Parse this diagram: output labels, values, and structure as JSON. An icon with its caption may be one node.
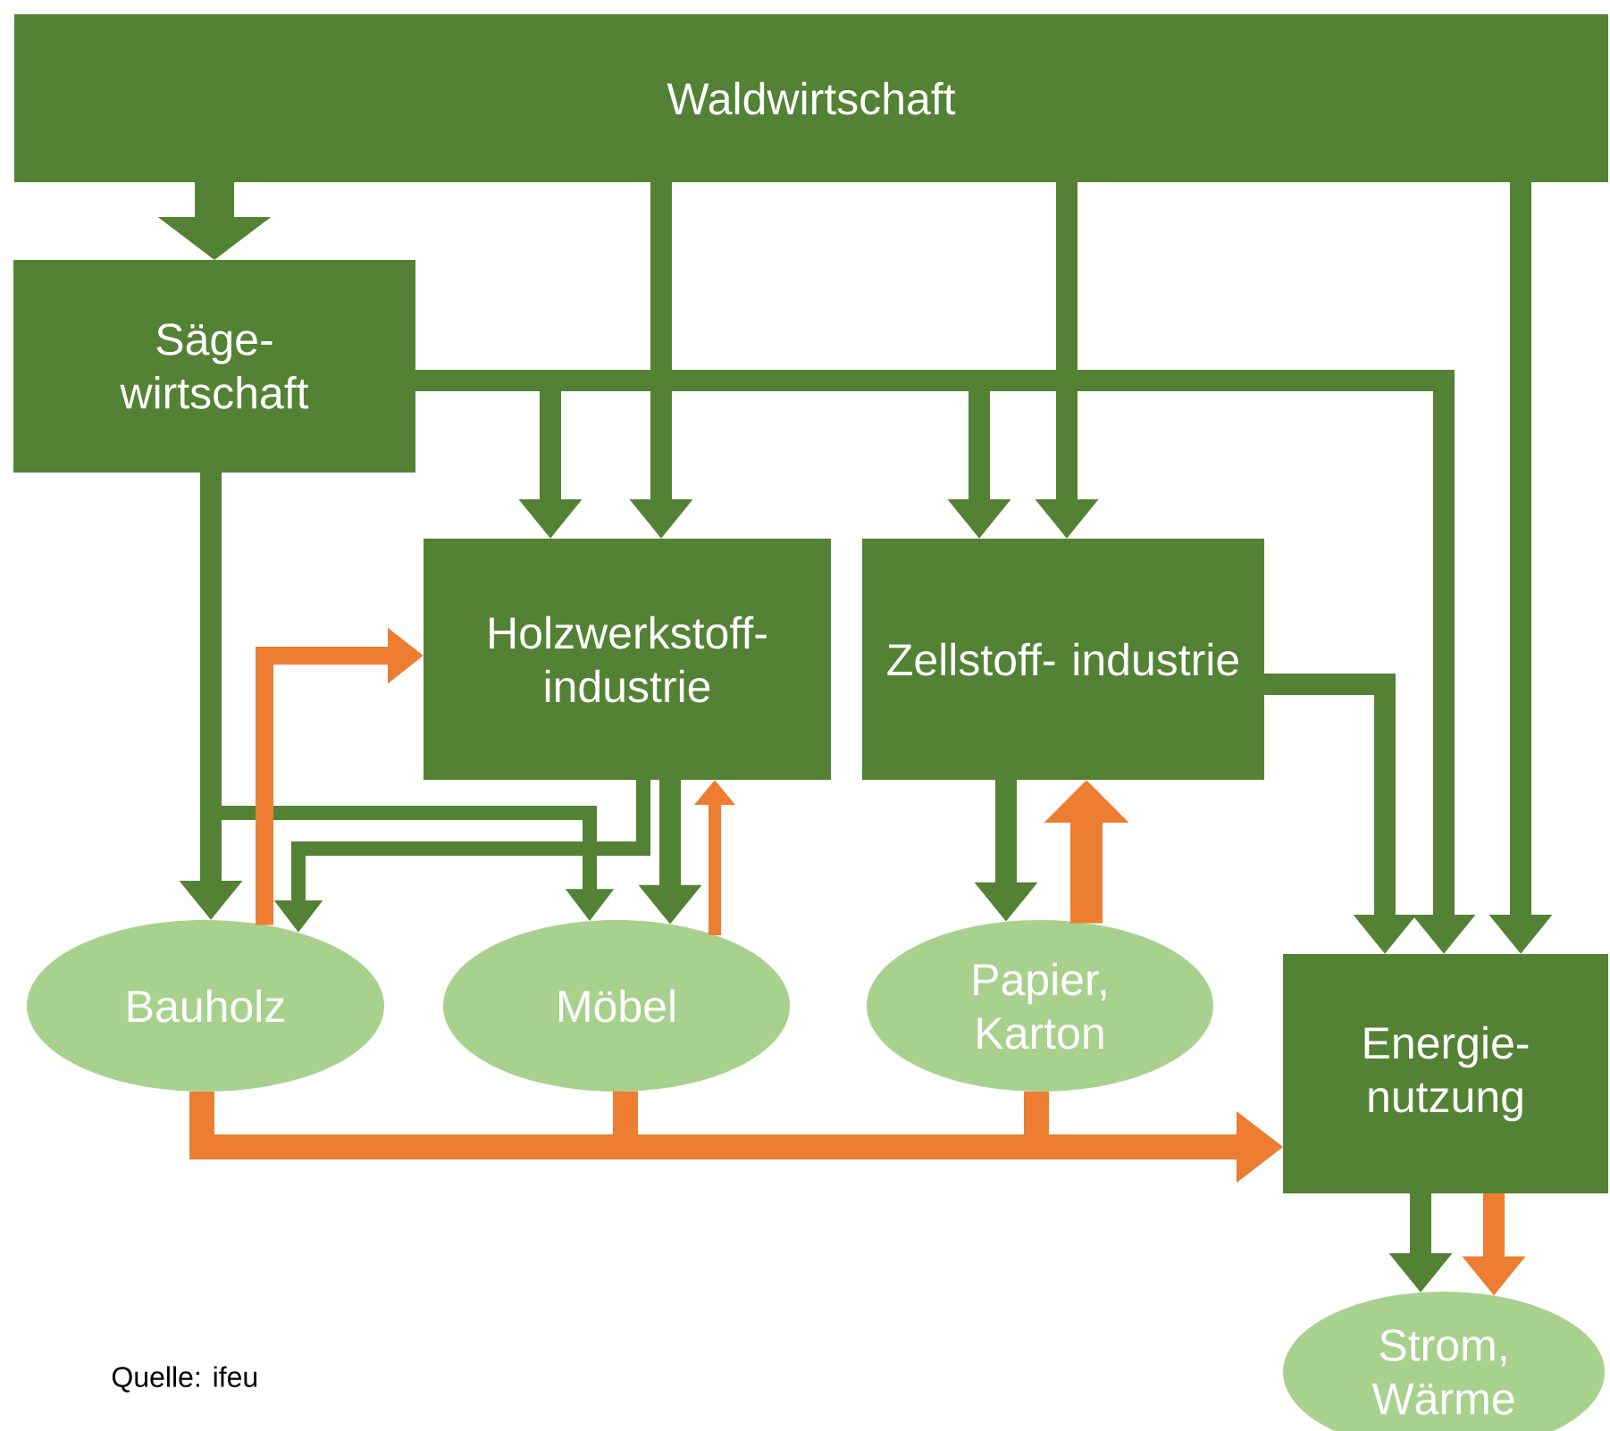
{
  "diagram": {
    "nodes": [
      {
        "text": [
          "Waldwirtschaft"
        ]
      },
      {
        "text": [
          "Säge- wirtschaft"
        ]
      },
      {
        "text": [
          "Holzwerkstoff- industrie"
        ]
      },
      {
        "text": [
          "Zellstoff- industrie"
        ]
      },
      {
        "text": [
          "Bauholz"
        ]
      },
      {
        "text": [
          "Möbel"
        ]
      },
      {
        "text": [
          "Papier, Karton"
        ]
      },
      {
        "text": [
          "Energie- nutzung"
        ]
      },
      {
        "text": [
          "Strom, Wärme"
        ]
      }
    ],
    "edges": [
      {
        "from": 0,
        "to": 1,
        "arrow": "to",
        "style": "thick"
      },
      {
        "from": 0,
        "to": 2,
        "arrow": "to"
      },
      {
        "from": 0,
        "to": 3,
        "arrow": "to"
      },
      {
        "from": 0,
        "to": 7,
        "arrow": "to"
      },
      {
        "from": 1,
        "to": 2,
        "arrow": "to"
      },
      {
        "from": 1,
        "to": 3,
        "arrow": "to"
      },
      {
        "from": 1,
        "to": 7,
        "arrow": "to"
      },
      {
        "from": 1,
        "to": 4,
        "arrow": "to"
      },
      {
        "from": 1,
        "to": 5,
        "arrow": "to"
      },
      {
        "from": 2,
        "to": 5,
        "arrow": "to"
      },
      {
        "from": 2,
        "to": 4,
        "arrow": "to"
      },
      {
        "from": 5,
        "to": 2,
        "arrow": "to",
        "color": "#ed7d31"
      },
      {
        "from": 4,
        "to": 2,
        "arrow": "to",
        "color": "#ed7d31"
      },
      {
        "from": 3,
        "to": 6,
        "arrow": "to"
      },
      {
        "from": 6,
        "to": 3,
        "arrow": "to",
        "color": "#ed7d31"
      },
      {
        "from": 3,
        "to": 7,
        "arrow": "to"
      },
      {
        "from": 4,
        "to": 7,
        "arrow": "to",
        "color": "#ed7d31"
      },
      {
        "from": 5,
        "to": 7,
        "arrow": "to",
        "color": "#ed7d31"
      },
      {
        "from": 6,
        "to": 7,
        "arrow": "to",
        "color": "#ed7d31"
      },
      {
        "from": 7,
        "to": 8,
        "arrow": "to"
      },
      {
        "from": 7,
        "to": 8,
        "arrow": "to",
        "color": "#ed7d31"
      }
    ],
    "labels": [
      "Quelle: ifeu"
    ]
  }
}
